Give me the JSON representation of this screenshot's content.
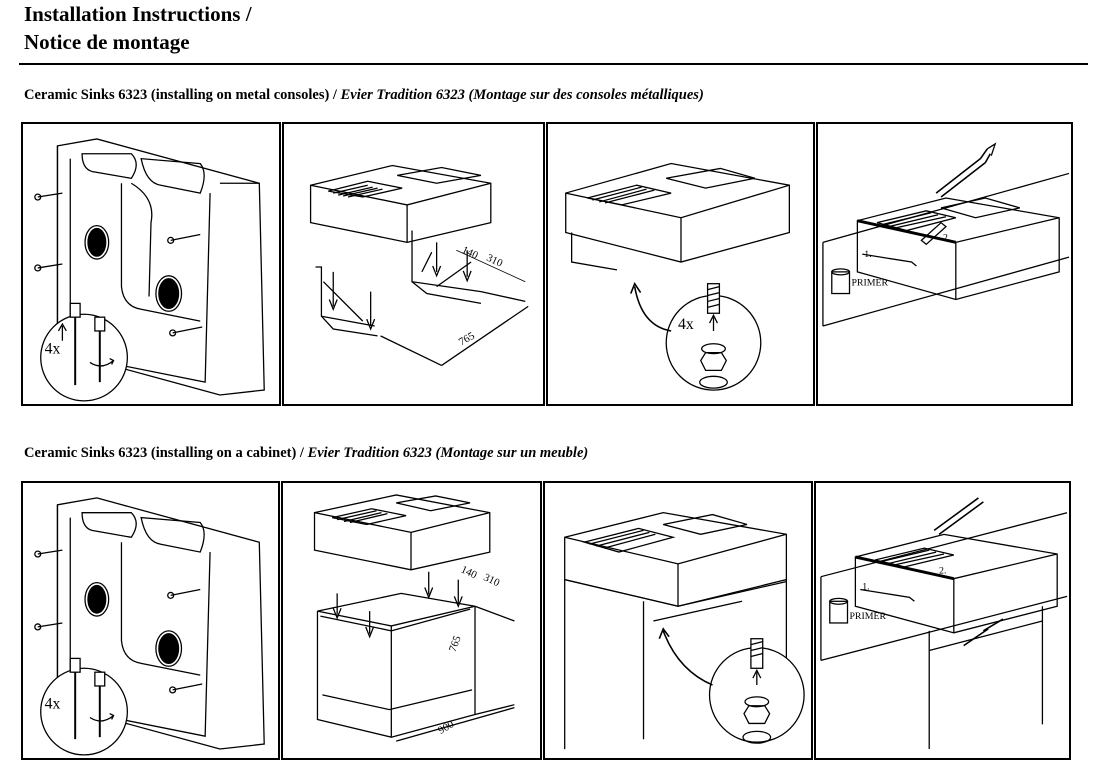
{
  "header": {
    "title_line1": "Installation Instructions /",
    "title_line2": "Notice de montage"
  },
  "sections": [
    {
      "title_en": "Ceramic Sinks 6323 (installing on metal consoles) / ",
      "title_fr": "Evier Tradition 6323 (Montage sur des consoles métalliques)",
      "panels": [
        {
          "labels": {
            "qty": "4x"
          }
        },
        {
          "labels": {
            "d140": "140",
            "d310": "310",
            "d765": "765"
          }
        },
        {
          "labels": {
            "qty": "4x"
          }
        },
        {
          "labels": {
            "step1": "1.",
            "step2": "2.",
            "primer": "PRIMER"
          }
        }
      ]
    },
    {
      "title_en": "Ceramic Sinks 6323 (installing on a cabinet) / ",
      "title_fr": "Evier Tradition 6323 (Montage sur un meuble)",
      "panels": [
        {
          "labels": {
            "qty": "4x"
          }
        },
        {
          "labels": {
            "d140": "140",
            "d310": "310",
            "d765": "765",
            "d900": "900"
          }
        },
        {
          "labels": {}
        },
        {
          "labels": {
            "step1": "1.",
            "step2": "2.",
            "primer": "PRIMER"
          }
        }
      ]
    }
  ]
}
